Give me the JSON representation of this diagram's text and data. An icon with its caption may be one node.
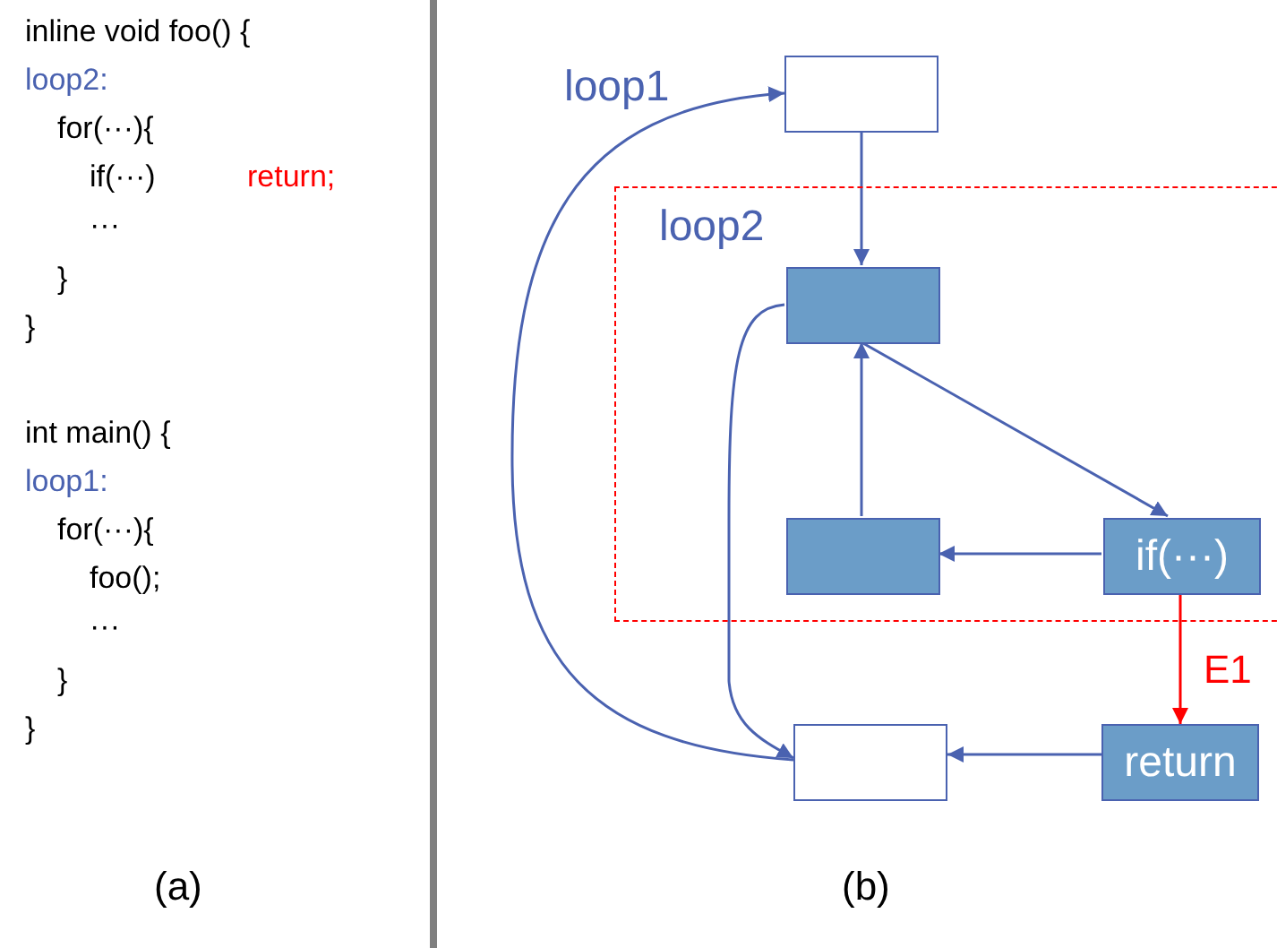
{
  "diagram": {
    "nodes": [
      {
        "text": [],
        "shape": "box"
      },
      {
        "text": [
          "loop2"
        ]
      },
      {
        "text": [],
        "shape": "box",
        "in": 1
      },
      {
        "text": [],
        "shape": "box",
        "in": 1
      },
      {
        "text": [
          "if(···)"
        ],
        "in": 1
      },
      {
        "text": [],
        "shape": "box"
      },
      {
        "text": [
          "return"
        ]
      }
    ],
    "edges": [
      {
        "from": 0,
        "to": 2,
        "arrow": "to"
      },
      {
        "from": 2,
        "to": 4,
        "arrow": "to"
      },
      {
        "from": 4,
        "to": 3,
        "arrow": "to"
      },
      {
        "from": 3,
        "to": 2,
        "arrow": "to"
      },
      {
        "from": 2,
        "to": 5,
        "arrow": "to"
      },
      {
        "from": 5,
        "to": 0,
        "arrow": "to",
        "label": "loop1"
      },
      {
        "from": 4,
        "to": 6,
        "arrow": "to",
        "label": "E1",
        "color": "#ff0000"
      },
      {
        "from": 6,
        "to": 5,
        "arrow": "to"
      }
    ],
    "labels": [
      "inline void foo() {",
      "loop2:",
      "for(···){",
      "if(···)",
      "return;",
      "···",
      "}",
      "}",
      "int main() {",
      "loop1:",
      "for(···){",
      "foo();",
      "···",
      "}",
      "}",
      "(a)",
      "(b)"
    ]
  }
}
